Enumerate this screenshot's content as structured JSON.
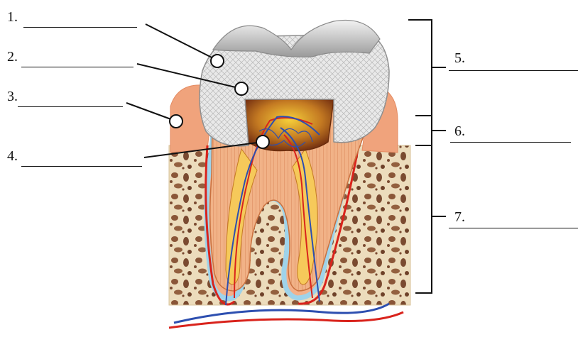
{
  "left_labels": [
    {
      "number": "1."
    },
    {
      "number": "2."
    },
    {
      "number": "3."
    },
    {
      "number": "4."
    }
  ],
  "right_labels": [
    {
      "number": "5."
    },
    {
      "number": "6."
    },
    {
      "number": "7."
    }
  ],
  "colors": {
    "enamel": "#c9c9c9",
    "dentin": "#e8a071",
    "pulp": "#8a3f17",
    "gum": "#f0a37c",
    "bone": "#e6d3ae",
    "bone_pores": "#7a4a30",
    "artery": "#d9231c",
    "vein": "#2d4fb0",
    "cementum_line": "#a9d8ec"
  }
}
